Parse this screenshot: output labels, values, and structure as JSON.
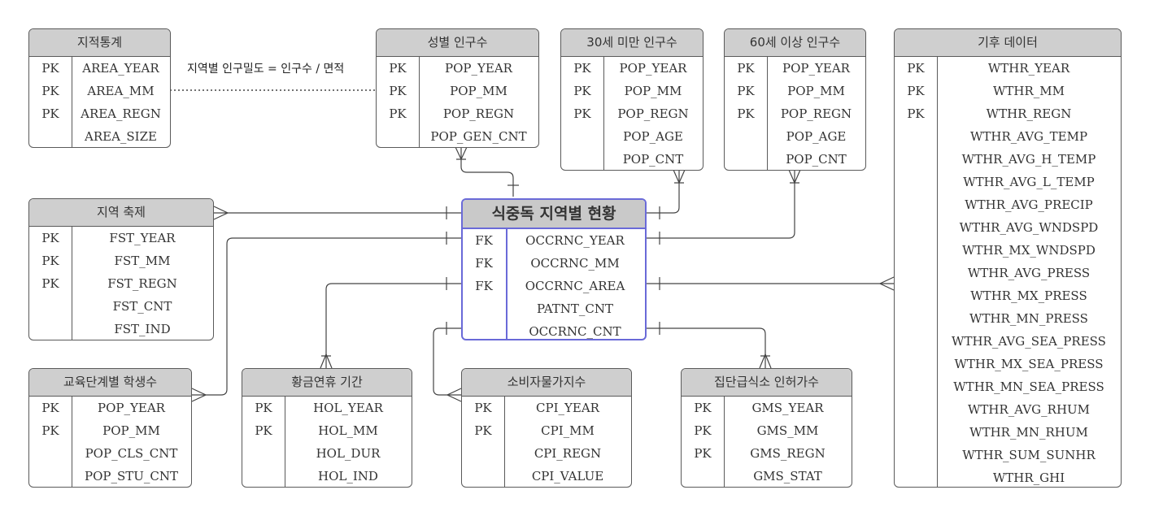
{
  "formula_label": "지역별 인구밀도 = 인구수 / 면적",
  "entities": {
    "area": {
      "title": "지적통계",
      "rows": [
        {
          "key": "PK",
          "col": "AREA_YEAR"
        },
        {
          "key": "PK",
          "col": "AREA_MM"
        },
        {
          "key": "PK",
          "col": "AREA_REGN"
        },
        {
          "key": "",
          "col": "AREA_SIZE"
        }
      ]
    },
    "pop_gen": {
      "title": "성별 인구수",
      "rows": [
        {
          "key": "PK",
          "col": "POP_YEAR"
        },
        {
          "key": "PK",
          "col": "POP_MM"
        },
        {
          "key": "PK",
          "col": "POP_REGN"
        },
        {
          "key": "",
          "col": "POP_GEN_CNT"
        }
      ]
    },
    "pop_u30": {
      "title": "30세 미만 인구수",
      "rows": [
        {
          "key": "PK",
          "col": "POP_YEAR"
        },
        {
          "key": "PK",
          "col": "POP_MM"
        },
        {
          "key": "PK",
          "col": "POP_REGN"
        },
        {
          "key": "",
          "col": "POP_AGE"
        },
        {
          "key": "",
          "col": "POP_CNT"
        }
      ]
    },
    "pop_o60": {
      "title": "60세 이상 인구수",
      "rows": [
        {
          "key": "PK",
          "col": "POP_YEAR"
        },
        {
          "key": "PK",
          "col": "POP_MM"
        },
        {
          "key": "PK",
          "col": "POP_REGN"
        },
        {
          "key": "",
          "col": "POP_AGE"
        },
        {
          "key": "",
          "col": "POP_CNT"
        }
      ]
    },
    "weather": {
      "title": "기후 데이터",
      "rows": [
        {
          "key": "PK",
          "col": "WTHR_YEAR"
        },
        {
          "key": "PK",
          "col": "WTHR_MM"
        },
        {
          "key": "PK",
          "col": "WTHR_REGN"
        },
        {
          "key": "",
          "col": "WTHR_AVG_TEMP"
        },
        {
          "key": "",
          "col": "WTHR_AVG_H_TEMP"
        },
        {
          "key": "",
          "col": "WTHR_AVG_L_TEMP"
        },
        {
          "key": "",
          "col": "WTHR_AVG_PRECIP"
        },
        {
          "key": "",
          "col": "WTHR_AVG_WNDSPD"
        },
        {
          "key": "",
          "col": "WTHR_MX_WNDSPD"
        },
        {
          "key": "",
          "col": "WTHR_AVG_PRESS"
        },
        {
          "key": "",
          "col": "WTHR_MX_PRESS"
        },
        {
          "key": "",
          "col": "WTHR_MN_PRESS"
        },
        {
          "key": "",
          "col": "WTHR_AVG_SEA_PRESS"
        },
        {
          "key": "",
          "col": "WTHR_MX_SEA_PRESS"
        },
        {
          "key": "",
          "col": "WTHR_MN_SEA_PRESS"
        },
        {
          "key": "",
          "col": "WTHR_AVG_RHUM"
        },
        {
          "key": "",
          "col": "WTHR_MN_RHUM"
        },
        {
          "key": "",
          "col": "WTHR_SUM_SUNHR"
        },
        {
          "key": "",
          "col": "WTHR_GHI"
        }
      ]
    },
    "festival": {
      "title": "지역 축제",
      "rows": [
        {
          "key": "PK",
          "col": "FST_YEAR"
        },
        {
          "key": "PK",
          "col": "FST_MM"
        },
        {
          "key": "PK",
          "col": "FST_REGN"
        },
        {
          "key": "",
          "col": "FST_CNT"
        },
        {
          "key": "",
          "col": "FST_IND"
        }
      ]
    },
    "main": {
      "title": "식중독 지역별 현황",
      "rows": [
        {
          "key": "FK",
          "col": "OCCRNC_YEAR"
        },
        {
          "key": "FK",
          "col": "OCCRNC_MM"
        },
        {
          "key": "FK",
          "col": "OCCRNC_AREA"
        },
        {
          "key": "",
          "col": "PATNT_CNT"
        },
        {
          "key": "",
          "col": "OCCRNC_CNT"
        }
      ]
    },
    "students": {
      "title": "교육단계별 학생수",
      "rows": [
        {
          "key": "PK",
          "col": "POP_YEAR"
        },
        {
          "key": "PK",
          "col": "POP_MM"
        },
        {
          "key": "",
          "col": "POP_CLS_CNT"
        },
        {
          "key": "",
          "col": "POP_STU_CNT"
        }
      ]
    },
    "holiday": {
      "title": "황금연휴 기간",
      "rows": [
        {
          "key": "PK",
          "col": "HOL_YEAR"
        },
        {
          "key": "PK",
          "col": "HOL_MM"
        },
        {
          "key": "",
          "col": "HOL_DUR"
        },
        {
          "key": "",
          "col": "HOL_IND"
        }
      ]
    },
    "cpi": {
      "title": "소비자물가지수",
      "rows": [
        {
          "key": "PK",
          "col": "CPI_YEAR"
        },
        {
          "key": "PK",
          "col": "CPI_MM"
        },
        {
          "key": "",
          "col": "CPI_REGN"
        },
        {
          "key": "",
          "col": "CPI_VALUE"
        }
      ]
    },
    "gms": {
      "title": "집단급식소 인허가수",
      "rows": [
        {
          "key": "PK",
          "col": "GMS_YEAR"
        },
        {
          "key": "PK",
          "col": "GMS_MM"
        },
        {
          "key": "PK",
          "col": "GMS_REGN"
        },
        {
          "key": "",
          "col": "GMS_STAT"
        }
      ]
    }
  }
}
